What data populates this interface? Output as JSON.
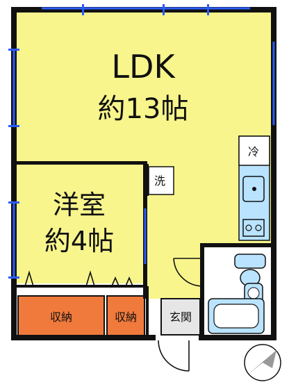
{
  "rooms": {
    "ldk": {
      "name": "LDK",
      "size": "約13帖"
    },
    "western": {
      "name": "洋室",
      "size": "約4帖"
    },
    "storage_left": {
      "name": "収納"
    },
    "storage_right": {
      "name": "収納"
    },
    "entrance": {
      "name": "玄関"
    },
    "laundry": {
      "name": "洗"
    },
    "fridge": {
      "name": "冷"
    }
  },
  "colors": {
    "room_fill": "#f7f58c",
    "storage_fill": "#f07a3c",
    "wall": "#111111",
    "window": "#2a5cff",
    "fixture": "#b9e3ff",
    "entrance_fill": "#e6e6e6",
    "compass_fill": "#666666"
  },
  "icons": [
    "compass-north-icon",
    "sink-icon",
    "stove-icon",
    "toilet-icon",
    "bathtub-icon",
    "washbasin-icon"
  ]
}
